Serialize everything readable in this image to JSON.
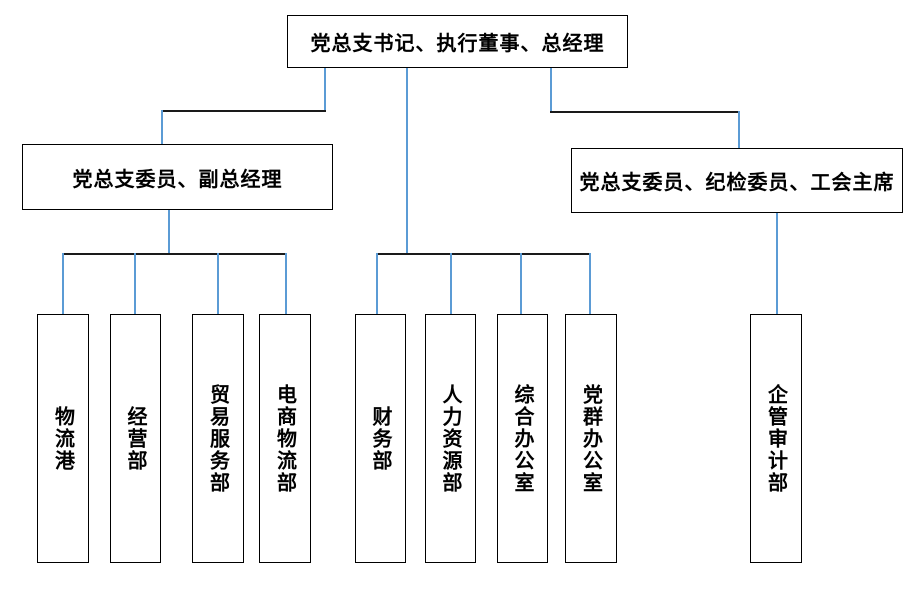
{
  "chart": {
    "type": "org-chart",
    "title": "",
    "orientation": "top-down",
    "levels": 3,
    "colors": {
      "box_border": "#000000",
      "connector_blue": "#5b9bd5",
      "connector_black": "#1a1a1a",
      "background": "#ffffff",
      "text": "#000000"
    }
  },
  "nodes": {
    "root": {
      "label": "党总支书记、执行董事、总经理",
      "level": 1,
      "orientation": "horizontal"
    },
    "left_manager": {
      "label": "党总支委员、副总经理",
      "level": 2,
      "orientation": "horizontal"
    },
    "right_manager": {
      "label": "党总支委员、纪检委员、工会主席",
      "level": 2,
      "orientation": "horizontal"
    }
  },
  "departments": {
    "left_group": [
      {
        "label": "物流港"
      },
      {
        "label": "经营部"
      },
      {
        "label": "贸易服务部"
      },
      {
        "label": "电商物流部"
      }
    ],
    "center_group": [
      {
        "label": "财务部"
      },
      {
        "label": "人力资源部"
      },
      {
        "label": "综合办公室"
      },
      {
        "label": "党群办公室"
      }
    ],
    "right_group": [
      {
        "label": "企管审计部"
      }
    ]
  }
}
